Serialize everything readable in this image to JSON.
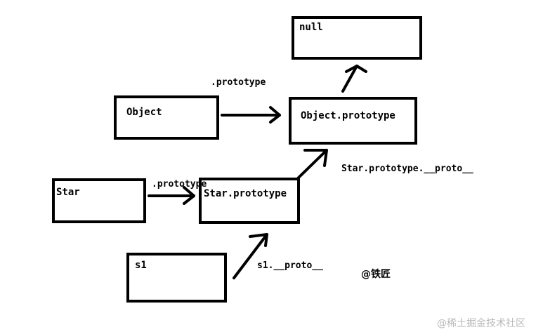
{
  "nodes": {
    "null": "null",
    "object": "Object",
    "object_prototype": "Object.prototype",
    "star": "Star",
    "star_prototype": "Star.prototype",
    "s1": "s1"
  },
  "edges": {
    "object_to_prototype": ".prototype",
    "star_to_prototype": ".prototype",
    "star_prototype_proto": "Star.prototype.__proto__",
    "s1_proto": "s1.__proto__"
  },
  "signature": "@铁匠",
  "watermark": "@稀土掘金技术社区"
}
